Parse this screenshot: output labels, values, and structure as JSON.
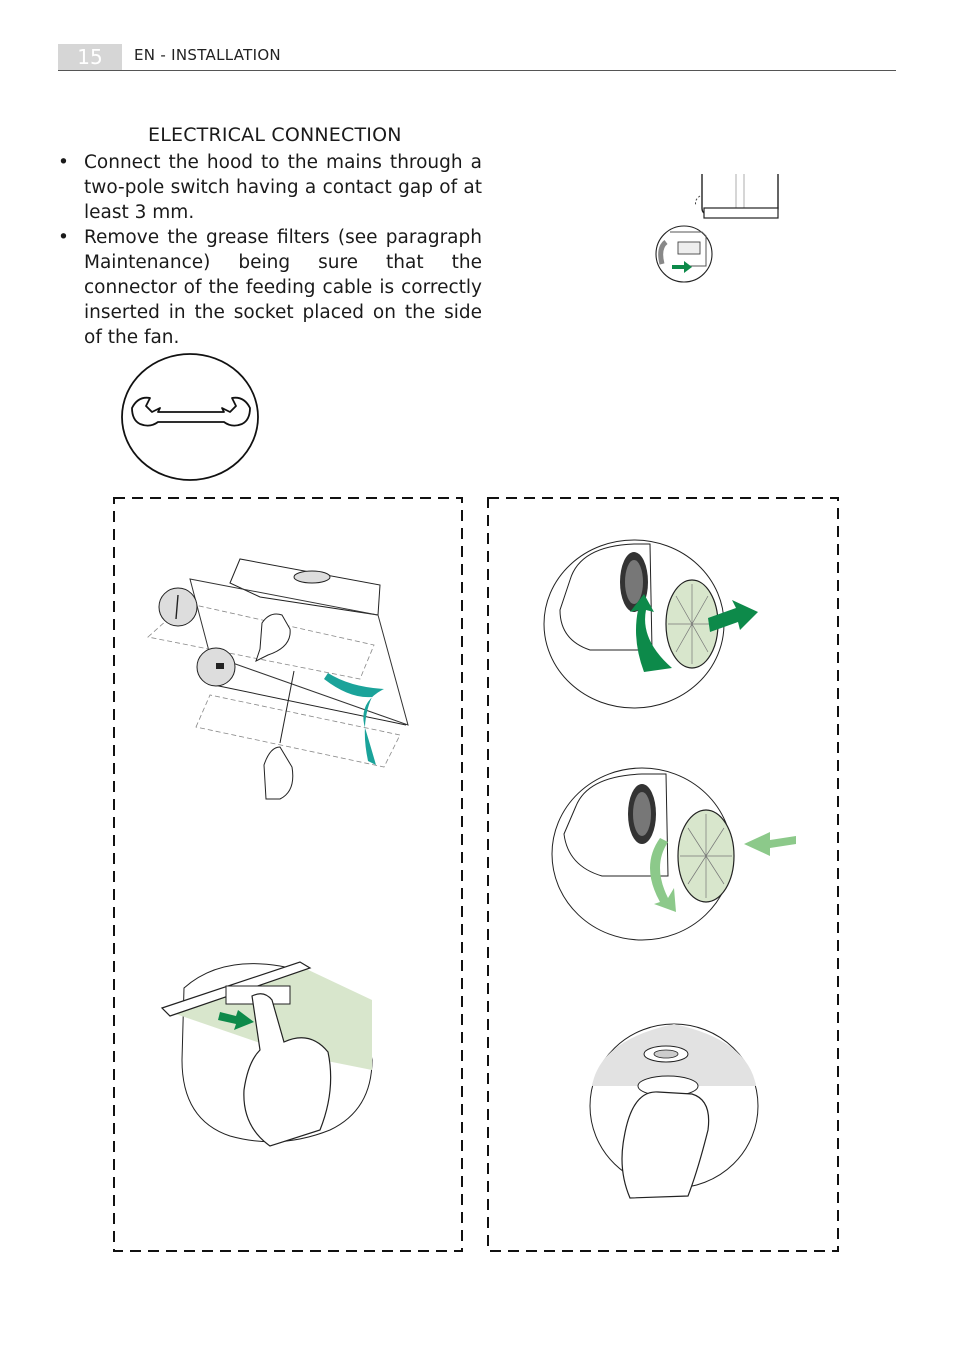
{
  "header": {
    "page_number": "15",
    "section": "EN - INSTALLATION"
  },
  "content": {
    "heading": "ELECTRICAL CONNECTION",
    "bullets": [
      "Connect the hood to the mains through a two-pole switch having a contact gap of at least 3 mm.",
      "Remove the grease filters (see paragraph Maintenance) being sure that the connector of the feeding cable is correctly inserted in the socket placed on the side of the fan."
    ],
    "bullet_symbol": "•"
  },
  "icons": {
    "tool": "wrench-icon",
    "arrow_dark": "#0d8a4a",
    "arrow_light": "#8cc98a",
    "arrow_teal": "#1aa39a",
    "filter_tint": "#d8e6cc"
  }
}
